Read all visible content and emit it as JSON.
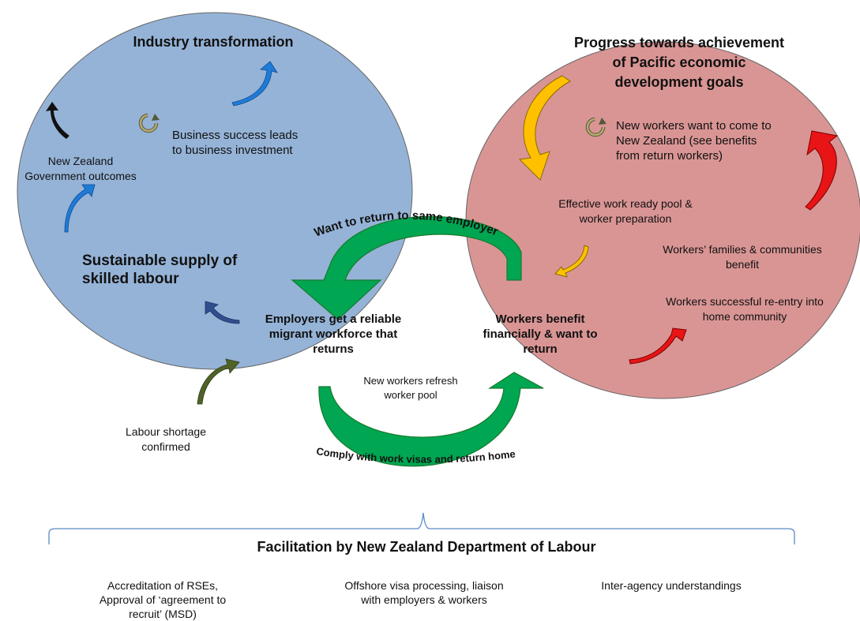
{
  "colors": {
    "left_circle": "#95b3d7",
    "right_circle": "#d99594",
    "green_arrow": "#00a651",
    "yellow_arrow": "#ffc000",
    "red_arrow": "#e81416",
    "blue_arrow": "#1f7bd8",
    "olive_arrow": "#4f6228",
    "brace": "#5b8cc8"
  },
  "icons": [
    "cycle-icon",
    "cycle-icon"
  ],
  "left_circle": {
    "title": "Industry transformation",
    "business_success": "Business success leads\nto business investment",
    "nz_gov": "New Zealand\nGovernment outcomes",
    "sustainable_supply": "Sustainable supply of\nskilled labour",
    "employers": "Employers get a reliable\nmigrant workforce that\nreturns"
  },
  "right_circle": {
    "title": "Progress towards achievement\nof Pacific economic\ndevelopment goals",
    "new_workers_want": "New workers want to come to\nNew Zealand (see benefits\nfrom return workers)",
    "work_ready_pool": "Effective work ready pool &\nworker preparation",
    "families_benefit": "Workers’ families & communities\nbenefit",
    "reentry": "Workers successful re-entry into\nhome community",
    "workers_benefit": "Workers benefit\nfinancially & want to\nreturn"
  },
  "cycle": {
    "top_arc_label": "Want to return to same employer",
    "refresh": "New workers refresh\nworker pool",
    "bottom_arc_label": "Comply with work visas and return home"
  },
  "labour_shortage": "Labour shortage\nconfirmed",
  "facilitation": {
    "title": "Facilitation by New  Zealand Department of Labour",
    "items": [
      "Accreditation of RSEs,\nApproval of ‘agreement to\nrecruit’ (MSD)",
      "Offshore visa processing, liaison\nwith employers & workers",
      "Inter-agency understandings"
    ]
  }
}
